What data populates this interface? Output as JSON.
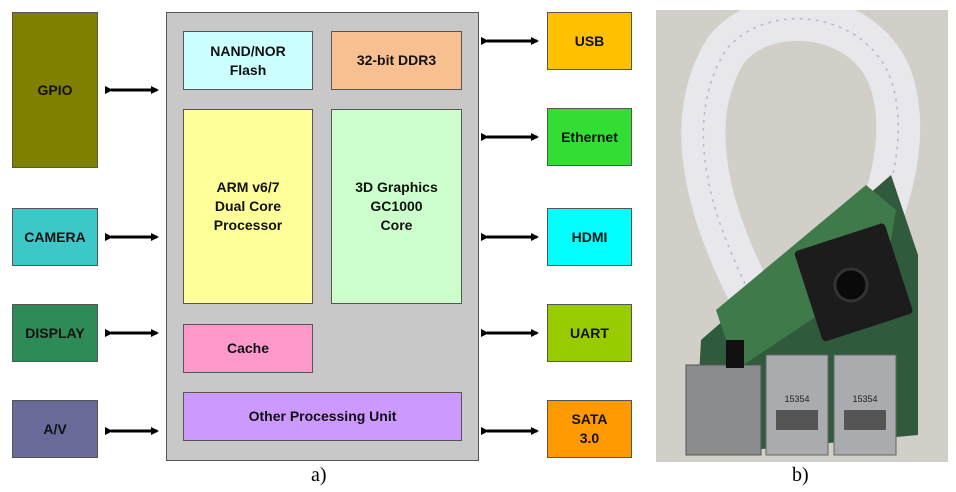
{
  "left_blocks": {
    "gpio": {
      "label": "GPIO",
      "color": "#808000"
    },
    "camera": {
      "label": "CAMERA",
      "color": "#3cc8c8"
    },
    "display": {
      "label": "DISPLAY",
      "color": "#2e8b57"
    },
    "av": {
      "label": "A/V",
      "color": "#6a6a9a"
    }
  },
  "soc_blocks": {
    "flash": {
      "label": "NAND/NOR\nFlash",
      "color": "#ccffff"
    },
    "ddr3": {
      "label": "32-bit DDR3",
      "color": "#f8c090"
    },
    "arm": {
      "label": "ARM v6/7\nDual Core\nProcessor",
      "color": "#ffff99"
    },
    "gpu": {
      "label": "3D Graphics\nGC1000\nCore",
      "color": "#ccffcc"
    },
    "cache": {
      "label": "Cache",
      "color": "#ff99cc"
    },
    "opu": {
      "label": "Other Processing Unit",
      "color": "#cc99ff"
    }
  },
  "right_blocks": {
    "usb": {
      "label": "USB",
      "color": "#ffc000"
    },
    "ethernet": {
      "label": "Ethernet",
      "color": "#33dd33"
    },
    "hdmi": {
      "label": "HDMI",
      "color": "#00ffff"
    },
    "uart": {
      "label": "UART",
      "color": "#99cc00"
    },
    "sata": {
      "label": "SATA\n3.0",
      "color": "#ff9900"
    }
  },
  "captions": {
    "a": "a)",
    "b": "b)"
  },
  "photo": {
    "chip_label_1": "15354",
    "chip_label_2": "15354"
  }
}
